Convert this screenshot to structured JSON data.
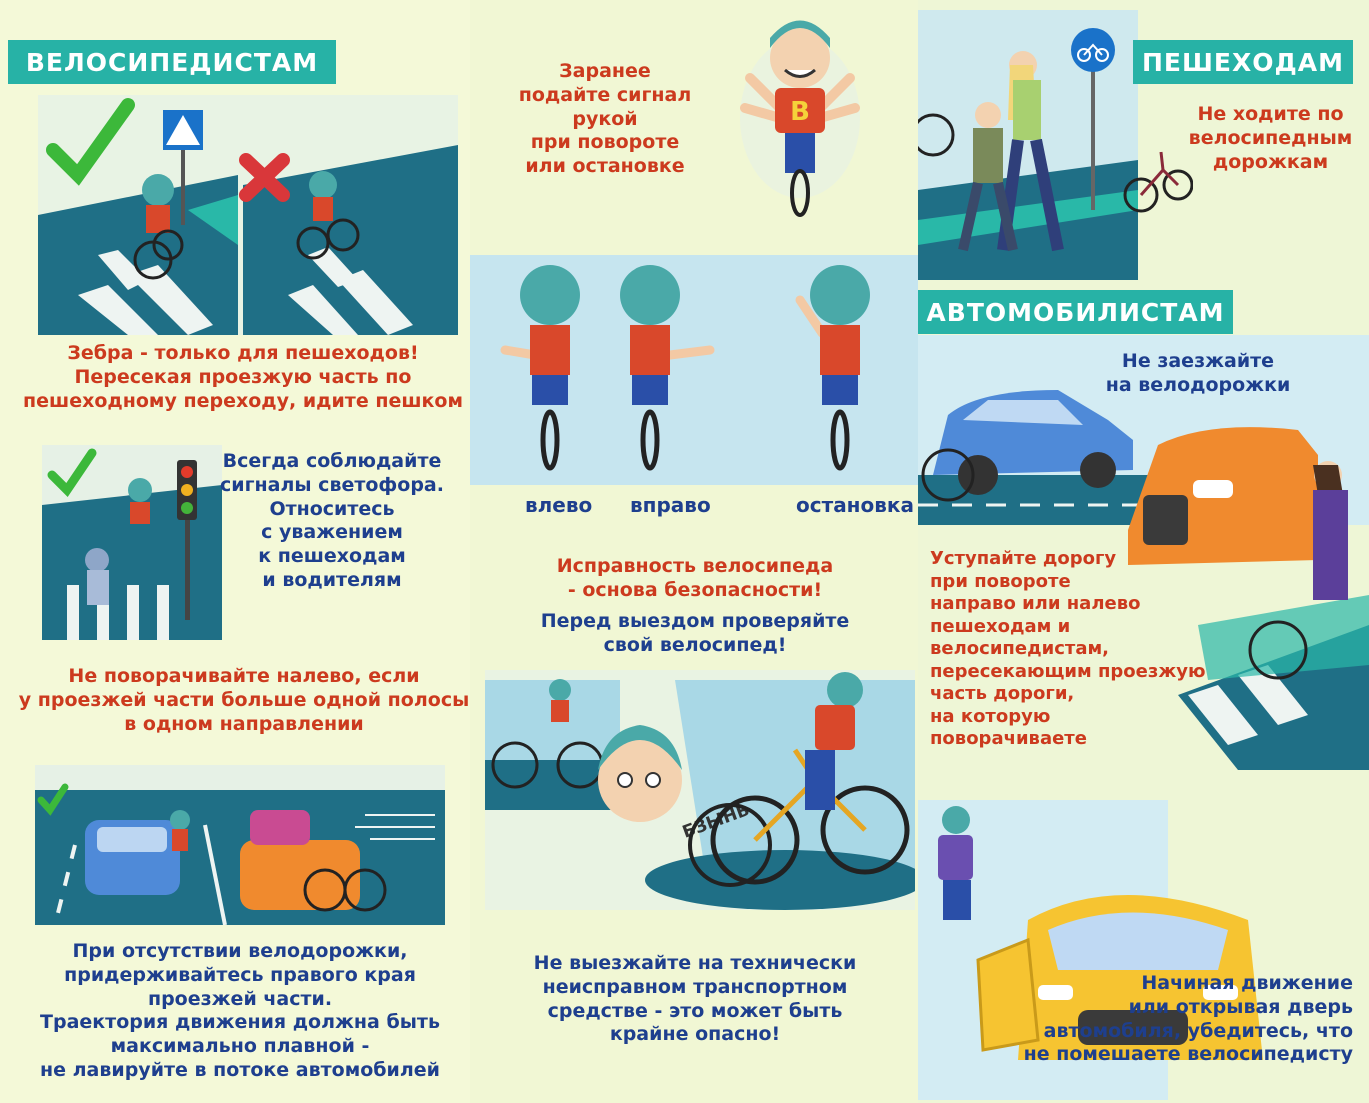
{
  "left": {
    "banner": "ВЕЛОСИПЕДИСТАМ",
    "zebra_text": [
      "Зебра - только для пешеходов!",
      "Пересекая проезжую часть по",
      "пешеходному переходу, идите пешком"
    ],
    "signals_text": [
      "Всегда соблюдайте",
      "сигналы светофора.",
      "Относитесь",
      "с уважением",
      "к пешеходам",
      "и водителям"
    ],
    "left_turn_text": [
      "Не поворачивайте налево, если",
      "у проезжей части больше одной полосы",
      "в одном направлении"
    ],
    "right_edge_text": [
      "При отсутствии велодорожки,",
      "придерживайтесь правого края",
      "проезжей части.",
      "Траектория движения должна быть",
      "максимально плавной -",
      "не лавируйте в потоке автомобилей"
    ]
  },
  "middle": {
    "signal_text": [
      "Заранее",
      "подайте сигнал",
      "рукой",
      "при повороте",
      "или остановке"
    ],
    "gesture_labels": {
      "left": "влево",
      "right": "вправо",
      "stop": "остановка"
    },
    "shirt_letter": "B",
    "sound_label": "БЗЫНЬ",
    "check_text_red": [
      "Исправность велосипеда",
      "- основа безопасности!"
    ],
    "check_text_blue": [
      "Перед выездом проверяйте",
      "свой велосипед!"
    ],
    "faulty_text": [
      "Не выезжайте на технически",
      "неисправном транспортном",
      "средстве - это может быть",
      "крайне опасно!"
    ]
  },
  "right": {
    "pedestrians_banner": "ПЕШЕХОДАМ",
    "pedestrians_text": [
      "Не ходите по",
      "велосипедным",
      "дорожкам"
    ],
    "drivers_banner": "АВТОМОБИЛИСТАМ",
    "drivers_text": [
      "Не заезжайте",
      "на велодорожки"
    ],
    "yield_text": [
      "Уступайте дорогу",
      "при повороте",
      "направо или налево",
      "пешеходам и",
      "велосипедистам,",
      "пересекающим проезжую",
      "часть дороги,",
      "на которую",
      "поворачиваете"
    ],
    "door_text": [
      "Начиная движение",
      "или открывая дверь",
      "автомобиля, убедитесь, что",
      "не помешаете велосипедисту"
    ]
  },
  "colors": {
    "banner": "#27b2a6",
    "red_text": "#cc3a1e",
    "blue_text": "#1e3f8e",
    "check": "#3cb83a",
    "cross": "#d9373a"
  }
}
